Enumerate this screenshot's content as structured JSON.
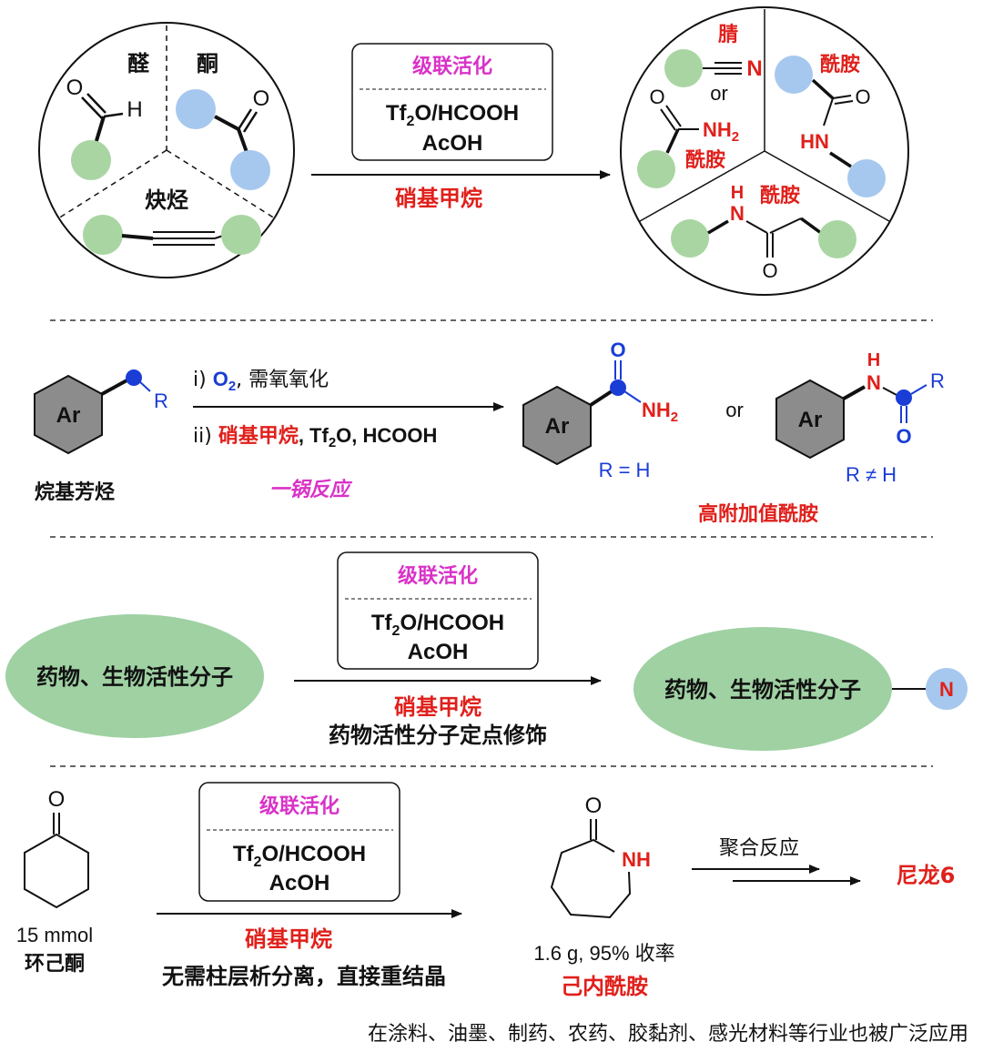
{
  "colors": {
    "red": "#e0201b",
    "magenta": "#d932c8",
    "blue": "#1a3dd6",
    "green_circle": "#a9d5a3",
    "blue_circle": "#a7c8ee",
    "green_ellipse": "#9fd1a3",
    "gray_hex": "#8c8c8c",
    "black": "#111111"
  },
  "panel1": {
    "left_circle": {
      "aldehyde": "醛",
      "ketone": "酮",
      "alkyne": "炔烃",
      "atom_O1": "O",
      "atom_H": "H",
      "atom_O2": "O"
    },
    "conditions": {
      "title": "级联活化",
      "reagent_line1_pre": "Tf",
      "reagent_line1_sub": "2",
      "reagent_line1_post": "O/HCOOH",
      "reagent_line2": "AcOH"
    },
    "arrow_label": "硝基甲烷",
    "right_circle": {
      "nitrile": "腈",
      "atom_N": "N",
      "or": "or",
      "atom_O_primary": "O",
      "atom_NH2_pre": "NH",
      "atom_NH2_sub": "2",
      "amide_primary": "酰胺",
      "amide_top_right": "酰胺",
      "atom_O_tr": "O",
      "atom_HN": "HN",
      "atom_H_bottom": "H",
      "atom_N_bottom": "N",
      "amide_bottom": "酰胺",
      "atom_O_bottom": "O"
    }
  },
  "panel2": {
    "ar": "Ar",
    "r_label": "R",
    "substrate_label": "烷基芳烃",
    "step1_pre": "i) ",
    "step1_o2": "O",
    "step1_o2_sub": "2",
    "step1_rest": ", 需氧氧化",
    "step2_pre": "ii) ",
    "step2_red": "硝基甲烷",
    "step2_rest_pre": ", Tf",
    "step2_rest_sub": "2",
    "step2_rest_post": "O, HCOOH",
    "one_pot": "一锅反应",
    "prod1_O": "O",
    "prod1_NH2": "NH",
    "prod1_NH2_sub": "2",
    "prod1_cond": "R = H",
    "or": "or",
    "prod2_H": "H",
    "prod2_N": "N",
    "prod2_R": "R",
    "prod2_O": "O",
    "prod2_cond": "R ≠ H",
    "products_label": "高附加值酰胺"
  },
  "panel3": {
    "conditions_title": "级联活化",
    "reagent_line1_pre": "Tf",
    "reagent_line1_sub": "2",
    "reagent_line1_post": "O/HCOOH",
    "reagent_line2": "AcOH",
    "substrate": "药物、生物活性分子",
    "arrow_label_red": "硝基甲烷",
    "arrow_label_black": "药物活性分子定点修饰",
    "product": "药物、生物活性分子",
    "n_badge": "N"
  },
  "panel4": {
    "ketone_O": "O",
    "amount": "15 mmol",
    "substrate_name": "环己酮",
    "conditions_title": "级联活化",
    "reagent_line1_pre": "Tf",
    "reagent_line1_sub": "2",
    "reagent_line1_post": "O/HCOOH",
    "reagent_line2": "AcOH",
    "arrow_label_red": "硝基甲烷",
    "arrow_label_black": "无需柱层析分离，直接重结晶",
    "lactam_O": "O",
    "lactam_NH": "NH",
    "yield": "1.6 g, 95% 收率",
    "product_name": "己内酰胺",
    "polymerization": "聚合反应",
    "nylon": "尼龙6",
    "applications": "在涂料、油墨、制药、农药、胶黏剂、感光材料等行业也被广泛应用"
  }
}
